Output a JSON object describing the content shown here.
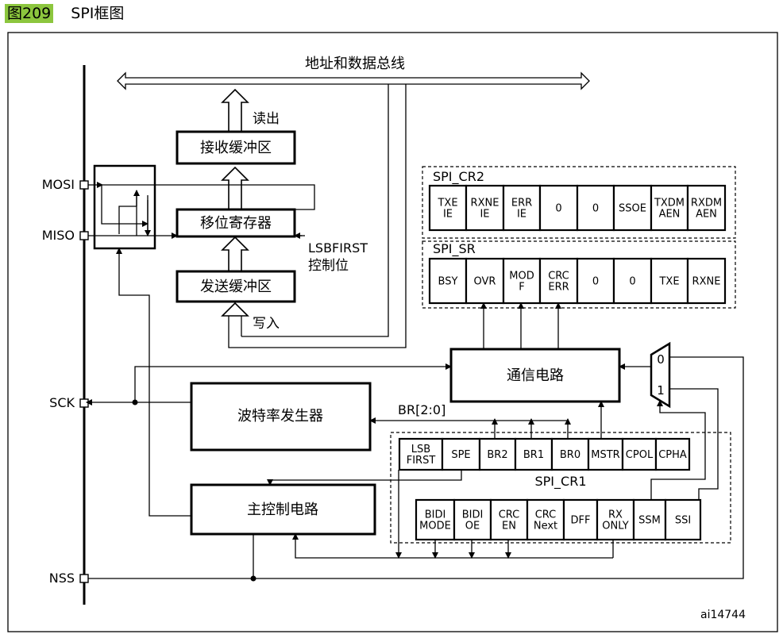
{
  "figure": {
    "number": "图209",
    "title": "SPI框图",
    "code": "ai14744"
  },
  "bus": {
    "label": "地址和数据总线"
  },
  "labels": {
    "read": "读出",
    "write": "写入",
    "lsbfirst_line1": "LSBFIRST",
    "lsbfirst_line2": "控制位",
    "br": "BR[2:0]"
  },
  "pins": {
    "mosi": "MOSI",
    "miso": "MISO",
    "sck": "SCK",
    "nss": "NSS"
  },
  "blocks": {
    "rx_buffer": "接收缓冲区",
    "shift_register": "移位寄存器",
    "tx_buffer": "发送缓冲区",
    "comm_circuit": "通信电路",
    "baud_generator": "波特率发生器",
    "master_control": "主控制电路"
  },
  "mux": {
    "in0": "0",
    "in1": "1"
  },
  "registers": {
    "cr2": {
      "name": "SPI_CR2",
      "bits": [
        [
          "TXE",
          "IE"
        ],
        [
          "RXNE",
          "IE"
        ],
        [
          "ERR",
          "IE"
        ],
        [
          "0"
        ],
        [
          "0"
        ],
        [
          "SSOE"
        ],
        [
          "TXDM",
          "AEN"
        ],
        [
          "RXDM",
          "AEN"
        ]
      ]
    },
    "sr": {
      "name": "SPI_SR",
      "bits": [
        [
          "BSY"
        ],
        [
          "OVR"
        ],
        [
          "MOD",
          "F"
        ],
        [
          "CRC",
          "ERR"
        ],
        [
          "0"
        ],
        [
          "0"
        ],
        [
          "TXE"
        ],
        [
          "RXNE"
        ]
      ]
    },
    "cr1": {
      "name": "SPI_CR1",
      "top_bits": [
        [
          "LSB",
          "FIRST"
        ],
        [
          "SPE"
        ],
        [
          "BR2"
        ],
        [
          "BR1"
        ],
        [
          "BR0"
        ],
        [
          "MSTR"
        ],
        [
          "CPOL"
        ],
        [
          "CPHA"
        ]
      ],
      "bottom_bits": [
        [
          "BIDI",
          "MODE"
        ],
        [
          "BIDI",
          "OE"
        ],
        [
          "CRC",
          "EN"
        ],
        [
          "CRC",
          "Next"
        ],
        [
          "DFF"
        ],
        [
          "RX",
          "ONLY"
        ],
        [
          "SSM"
        ],
        [
          "SSI"
        ]
      ]
    }
  }
}
